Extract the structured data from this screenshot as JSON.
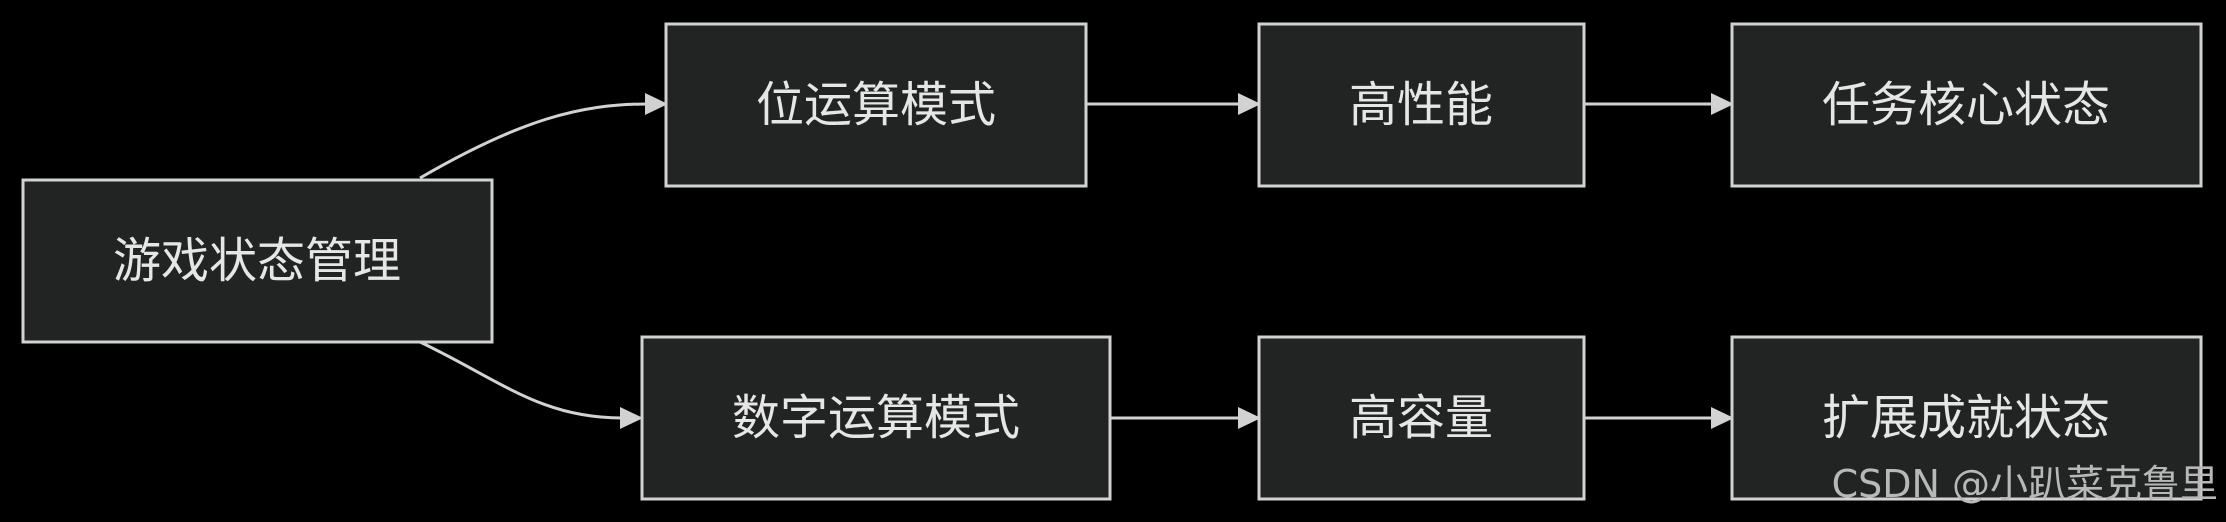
{
  "diagram": {
    "type": "flowchart",
    "direction": "left-to-right",
    "colors": {
      "background": "#000000",
      "node_fill": "#222423",
      "node_border": "#d2d2d2",
      "text": "#e6e6e6",
      "edge": "#d2d2d2"
    },
    "nodes": {
      "root": "游戏状态管理",
      "bit": "位运算模式",
      "perf": "高性能",
      "task": "任务核心状态",
      "num": "数字运算模式",
      "cap": "高容量",
      "ext": "扩展成就状态"
    },
    "edges": [
      {
        "from": "root",
        "to": "bit"
      },
      {
        "from": "bit",
        "to": "perf"
      },
      {
        "from": "perf",
        "to": "task"
      },
      {
        "from": "root",
        "to": "num"
      },
      {
        "from": "num",
        "to": "cap"
      },
      {
        "from": "cap",
        "to": "ext"
      }
    ]
  },
  "watermark": "CSDN @小趴菜克鲁里"
}
